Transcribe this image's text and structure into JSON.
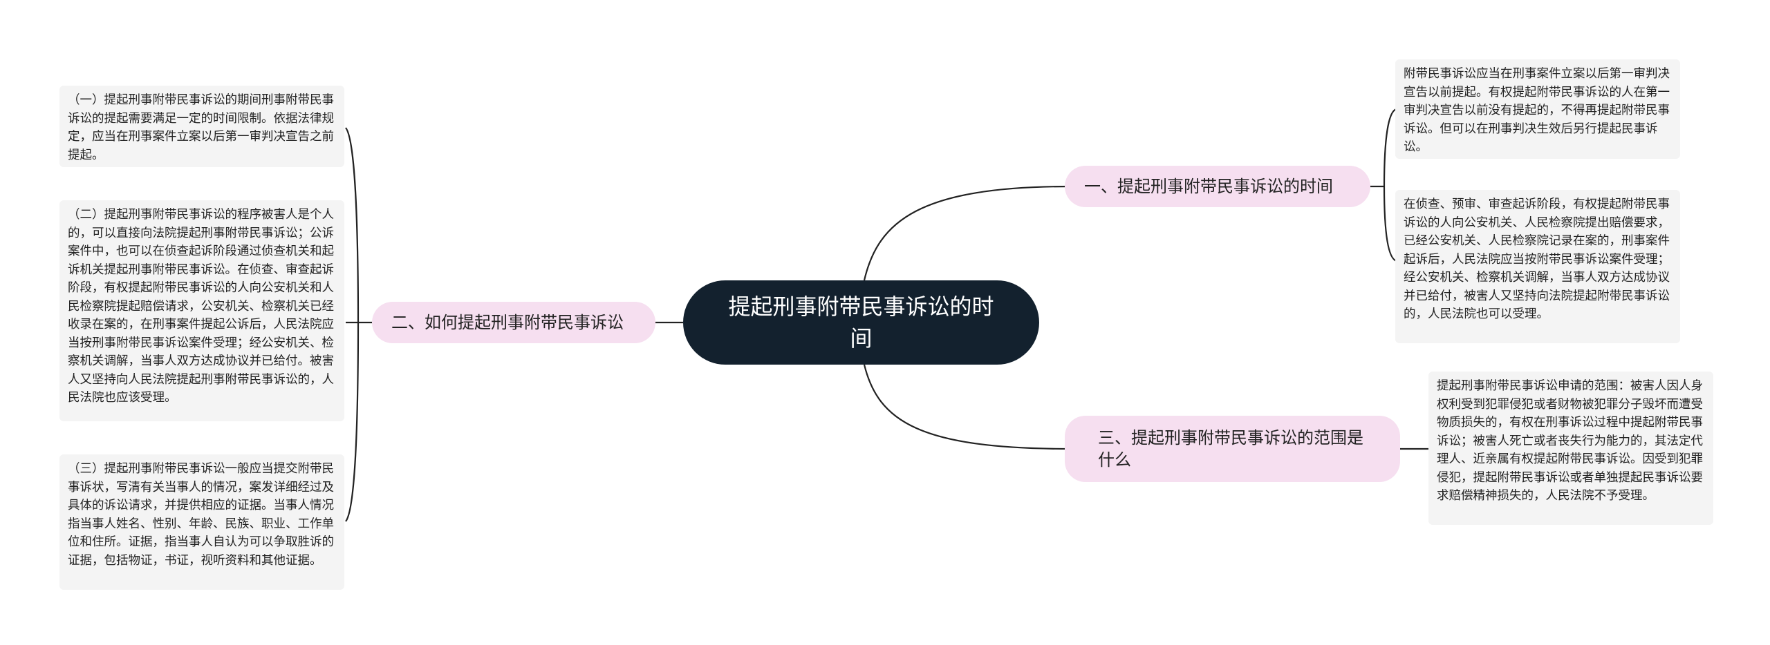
{
  "root": {
    "title": "提起刑事附带民事诉讼的时间"
  },
  "branches": {
    "b1": {
      "label": "一、提起刑事附带民事诉讼的时间",
      "leaves": [
        "附带民事诉讼应当在刑事案件立案以后第一审判决宣告以前提起。有权提起附带民事诉讼的人在第一审判决宣告以前没有提起的，不得再提起附带民事诉讼。但可以在刑事判决生效后另行提起民事诉讼。",
        "在侦查、预审、审查起诉阶段，有权提起附带民事诉讼的人向公安机关、人民检察院提出赔偿要求，已经公安机关、人民检察院记录在案的，刑事案件起诉后，人民法院应当按附带民事诉讼案件受理；经公安机关、检察机关调解，当事人双方达成协议并已给付，被害人又坚持向法院提起附带民事诉讼的，人民法院也可以受理。"
      ]
    },
    "b2": {
      "label": "二、如何提起刑事附带民事诉讼",
      "leaves": [
        "（一）提起刑事附带民事诉讼的期间刑事附带民事诉讼的提起需要满足一定的时间限制。依据法律规定，应当在刑事案件立案以后第一审判决宣告之前提起。",
        "（二）提起刑事附带民事诉讼的程序被害人是个人的，可以直接向法院提起刑事附带民事诉讼；公诉案件中，也可以在侦查起诉阶段通过侦查机关和起诉机关提起刑事附带民事诉讼。在侦查、审查起诉阶段，有权提起附带民事诉讼的人向公安机关和人民检察院提起赔偿请求，公安机关、检察机关已经收录在案的，在刑事案件提起公诉后，人民法院应当按刑事附带民事诉讼案件受理；经公安机关、检察机关调解，当事人双方达成协议并已给付。被害人又坚持向人民法院提起刑事附带民事诉讼的，人民法院也应该受理。",
        "（三）提起刑事附带民事诉讼一般应当提交附带民事诉状，写清有关当事人的情况，案发详细经过及具体的诉讼请求，并提供相应的证据。当事人情况指当事人姓名、性别、年龄、民族、职业、工作单位和住所。证据，指当事人自认为可以争取胜诉的证据，包括物证，书证，视听资料和其他证据。"
      ]
    },
    "b3": {
      "label": "三、提起刑事附带民事诉讼的范围是什么",
      "leaves": [
        "提起刑事附带民事诉讼申请的范围：被害人因人身权利受到犯罪侵犯或者财物被犯罪分子毁坏而遭受物质损失的，有权在刑事诉讼过程中提起附带民事诉讼；被害人死亡或者丧失行为能力的，其法定代理人、近亲属有权提起附带民事诉讼。因受到犯罪侵犯，提起附带民事诉讼或者单独提起民事诉讼要求赔偿精神损失的，人民法院不予受理。"
      ]
    }
  },
  "colors": {
    "root_bg": "#13212e",
    "branch_bg": "#f6dff0",
    "leaf_bg": "#f4f4f4",
    "line": "#222222"
  }
}
